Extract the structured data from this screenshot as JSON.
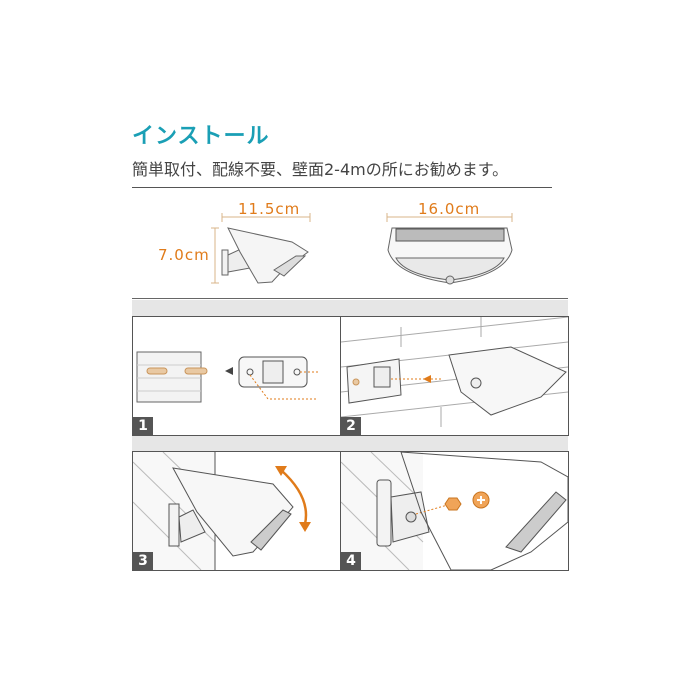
{
  "header": {
    "title": "インストール",
    "subtitle": "簡単取付、配線不要、壁面2-4mの所にお勧めます。"
  },
  "dimensions": {
    "width_side": "11.5cm",
    "height_side": "7.0cm",
    "width_front": "16.0cm"
  },
  "steps": [
    {
      "number": "1"
    },
    {
      "number": "2"
    },
    {
      "number": "3"
    },
    {
      "number": "4"
    }
  ],
  "colors": {
    "accent": "#1a9fb5",
    "dimension": "#e07b1a",
    "badge": "#555555"
  }
}
